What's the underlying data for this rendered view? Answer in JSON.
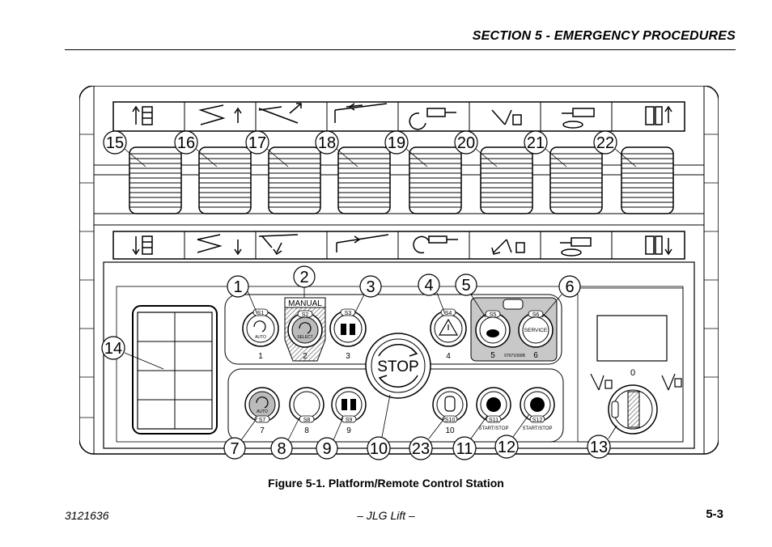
{
  "header": {
    "section_title": "SECTION 5 - EMERGENCY PROCEDURES"
  },
  "figure": {
    "caption": "Figure 5-1. Platform/Remote Control Station",
    "callouts": [
      "1",
      "2",
      "3",
      "4",
      "5",
      "6",
      "7",
      "8",
      "9",
      "10",
      "11",
      "12",
      "13",
      "14",
      "15",
      "16",
      "17",
      "18",
      "19",
      "20",
      "21",
      "22",
      "23"
    ],
    "switch_labels": {
      "s1": "S1",
      "s2": "S2",
      "s3": "S3",
      "s4": "S4",
      "s5": "S5",
      "s6": "S6",
      "s7": "S7",
      "s8": "S8",
      "s9": "S9",
      "s10": "S10",
      "s11": "S11",
      "s12": "S12"
    },
    "button_text": {
      "auto": "AUTO",
      "select": "SELECT",
      "manual": "MANUAL",
      "service": "SERVICE",
      "stop": "STOP",
      "start_stop": "START/STOP",
      "part_number": "07071000B",
      "selector_zero": "0"
    },
    "position_numbers": {
      "p1": "1",
      "p2": "2",
      "p3": "3",
      "p4": "4",
      "p5": "5",
      "p6": "6",
      "p7": "7",
      "p8": "8",
      "p9": "9",
      "p10": "10"
    }
  },
  "footer": {
    "doc_number": "3121636",
    "center": "– JLG Lift –",
    "page": "5-3"
  }
}
